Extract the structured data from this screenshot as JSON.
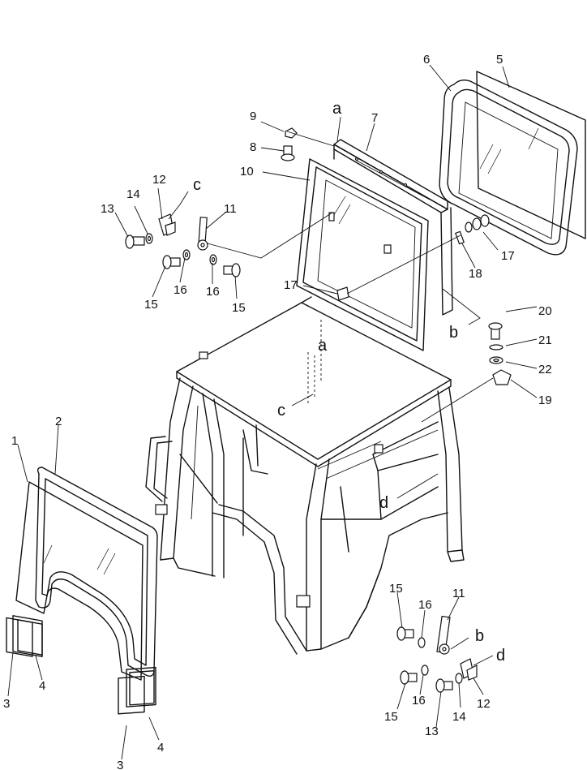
{
  "callouts": {
    "c1": "1",
    "c2": "2",
    "c3a": "3",
    "c3b": "3",
    "c4a": "4",
    "c4b": "4",
    "c5": "5",
    "c6": "6",
    "c7": "7",
    "c8": "8",
    "c9": "9",
    "c10": "10",
    "c11a": "11",
    "c11b": "11",
    "c12a": "12",
    "c12b": "12",
    "c13a": "13",
    "c13b": "13",
    "c14a": "14",
    "c14b": "14",
    "c15a": "15",
    "c15b": "15",
    "c15c": "15",
    "c15d": "15",
    "c16a": "16",
    "c16b": "16",
    "c16c": "16",
    "c16d": "16",
    "c17a": "17",
    "c17b": "17",
    "c18": "18",
    "c19": "19",
    "c20": "20",
    "c21": "21",
    "c22": "22"
  },
  "refs": {
    "a_top": "a",
    "a_cab": "a",
    "b_top": "b",
    "b_bottom": "b",
    "c_top": "c",
    "c_cab": "c",
    "d_cab": "d",
    "d_bottom": "d"
  }
}
